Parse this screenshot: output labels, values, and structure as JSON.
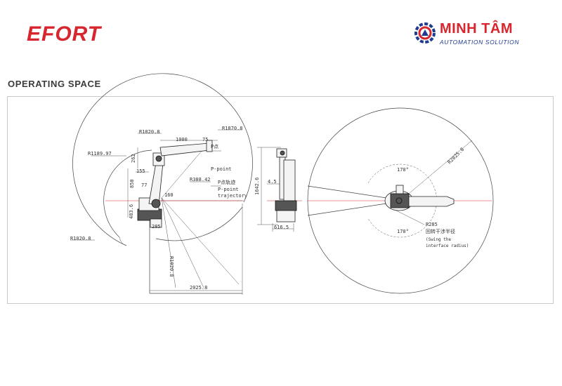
{
  "header": {
    "left_logo": "EFORT",
    "right_logo_name": "MINH TÂM",
    "right_logo_tagline": "AUTOMATION SOLUTION"
  },
  "section": {
    "title": "OPERATING SPACE"
  },
  "side_view": {
    "labels": {
      "r_outer_top": "R1870.8",
      "r_1020_top": "R1020.8",
      "r_1189": "R1189.97",
      "r_388": "R388.42",
      "r_1020_bottom": "R1020.8",
      "r_1020_vertical": "R1020.8",
      "d_1000": "1000",
      "d_75": "75",
      "d_262": "262",
      "d_155": "155",
      "d_850": "850",
      "d_77": "77",
      "d_483": "483.6",
      "d_285": "285",
      "d_160": "160",
      "d_2025": "2025.8",
      "p_point_cn": "P点",
      "p_point_en": "P-point",
      "p_traj_cn": "P点轨迹",
      "p_traj_en1": "P-point",
      "p_traj_en2": "trajectory"
    }
  },
  "front_view": {
    "labels": {
      "d_1642": "1642.6",
      "d_45": "4.5",
      "d_616": "616.5"
    }
  },
  "top_view": {
    "labels": {
      "r_2025": "R2025.8",
      "angle_top": "170°",
      "angle_bottom": "170°",
      "r_285": "R285",
      "swing_cn": "回转干涉半径",
      "swing_en1": "(Swing the",
      "swing_en2": "interface radius)"
    }
  }
}
